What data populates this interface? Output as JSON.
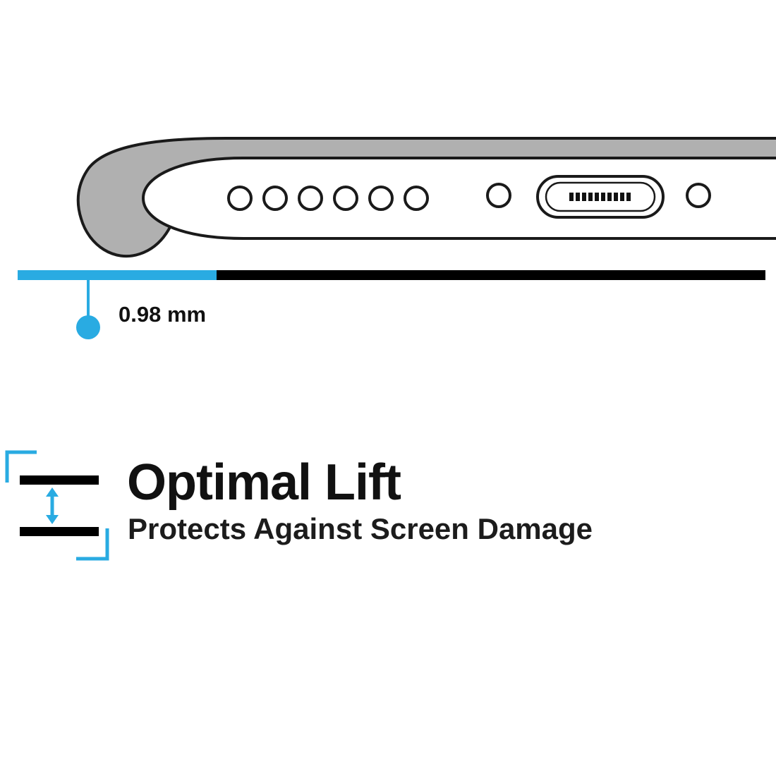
{
  "page": {
    "background": "#ffffff",
    "description": "Phone case product feature diagram showing raised edge lift measurement"
  },
  "colors": {
    "accent": "#29ABE2",
    "outline": "#1a1a1a",
    "case_fill": "#b0b0b0",
    "phone_fill": "#ffffff",
    "surface_bar": "#000000"
  },
  "measurement": {
    "label": "0.98 mm"
  },
  "feature": {
    "title": "Optimal Lift",
    "subtitle": "Protects Against Screen Damage"
  },
  "illustration": {
    "description": "Side view of phone bottom edge inside protective case hovering above surface line",
    "speaker_holes": 6,
    "port": "charging-port",
    "side_circles": 2,
    "icons": {
      "lift-gap-icon": "two horizontal bars with vertical double-headed arrow and corner brackets"
    }
  }
}
